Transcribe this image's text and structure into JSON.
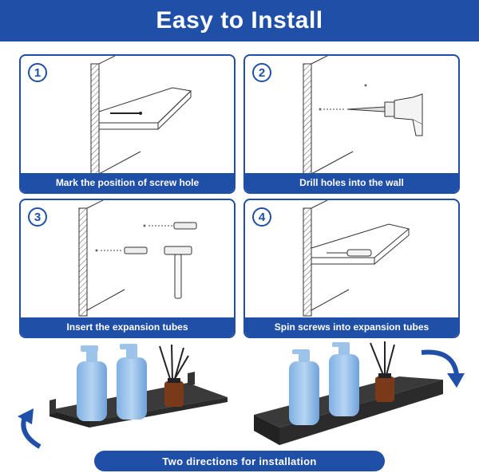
{
  "header": {
    "title": "Easy to Install"
  },
  "steps": [
    {
      "number": "1",
      "caption": "Mark the position of screw hole",
      "icon": "wall-shelf-marking-icon"
    },
    {
      "number": "2",
      "caption": "Drill holes into the wall",
      "icon": "drill-icon"
    },
    {
      "number": "3",
      "caption": "Insert the expansion tubes",
      "icon": "hammer-icon"
    },
    {
      "number": "4",
      "caption": "Spin screws into expansion tubes",
      "icon": "screwdriver-shelf-icon"
    }
  ],
  "footer": {
    "label": "Two directions for installation"
  },
  "colors": {
    "brand_blue": "#1f4fa7",
    "bottle_blue": "#8fb9e6",
    "shelf_black": "#2b2b2b"
  }
}
